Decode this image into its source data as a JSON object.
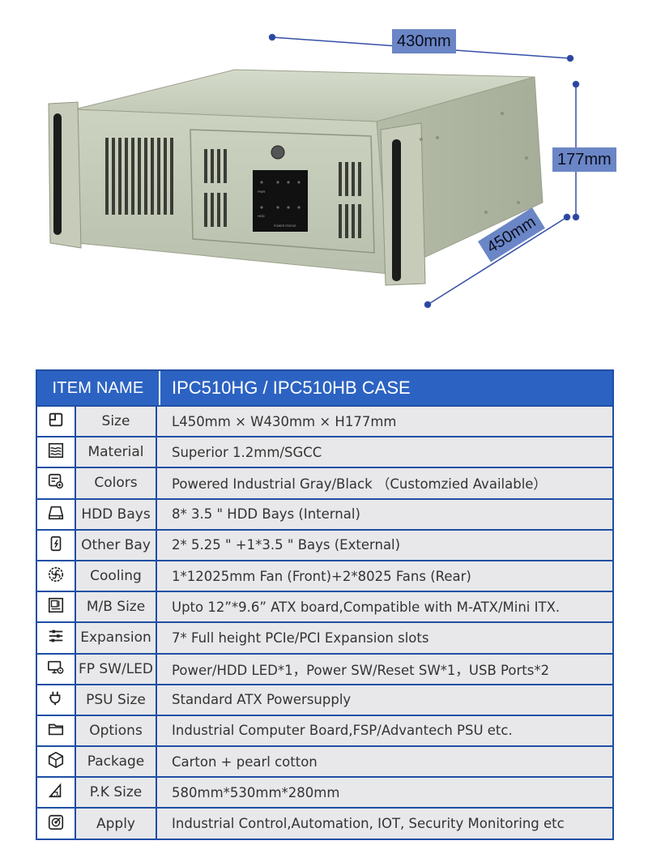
{
  "dimensions": {
    "width": "430mm",
    "height": "177mm",
    "depth": "450mm"
  },
  "front_panel": {
    "label_pwr": "PWR",
    "label_hdd": "HDD",
    "label_power_status": "POWER STATUS"
  },
  "table": {
    "header_name": "ITEM NAME",
    "header_value": "IPC510HG / IPC510HB CASE",
    "rows": [
      {
        "icon": "size-icon",
        "name": "Size",
        "value": "L450mm × W430mm × H177mm"
      },
      {
        "icon": "material-icon",
        "name": "Material",
        "value": "Superior 1.2mm/SGCC"
      },
      {
        "icon": "palette-icon",
        "name": "Colors",
        "value": "Powered Industrial Gray/Black （Customzied Available）"
      },
      {
        "icon": "hdd-icon",
        "name": "HDD Bays",
        "value": "8* 3.5 \" HDD Bays (Internal)"
      },
      {
        "icon": "drive-bay-icon",
        "name": "Other Bay",
        "value": "2* 5.25 \" +1*3.5 \" Bays (External)"
      },
      {
        "icon": "fan-icon",
        "name": "Cooling",
        "value": "1*12025mm Fan (Front)+2*8025 Fans (Rear)"
      },
      {
        "icon": "motherboard-icon",
        "name": "M/B Size",
        "value": "Upto 12”*9.6” ATX board,Compatible with M-ATX/Mini ITX."
      },
      {
        "icon": "sliders-icon",
        "name": "Expansion",
        "value": "7* Full height PCIe/PCI Expansion slots"
      },
      {
        "icon": "monitor-gear-icon",
        "name": "FP SW/LED",
        "value": "Power/HDD LED*1，Power SW/Reset SW*1，USB Ports*2"
      },
      {
        "icon": "plug-icon",
        "name": "PSU Size",
        "value": "Standard ATX Powersupply"
      },
      {
        "icon": "folder-icon",
        "name": "Options",
        "value": "Industrial Computer Board,FSP/Advantech PSU etc."
      },
      {
        "icon": "package-icon",
        "name": "Package",
        "value": "Carton + pearl cotton"
      },
      {
        "icon": "ruler-triangle-icon",
        "name": "P.K Size",
        "value": "580mm*530mm*280mm"
      },
      {
        "icon": "target-icon",
        "name": "Apply",
        "value": "Industrial Control,Automation, IOT, Security Monitoring etc"
      }
    ]
  },
  "colors": {
    "accent": "#2c63c2",
    "border": "#1f4fa3",
    "cell_bg": "#e8e8ea",
    "chassis": "#c9cfbf"
  }
}
